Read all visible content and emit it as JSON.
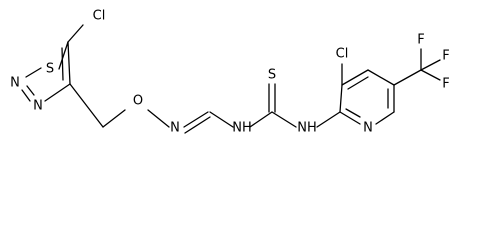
{
  "atoms": {
    "thiadiazole_sulfur": "S",
    "thiadiazole_chlorine": "Cl",
    "thiadiazole_n3": "N",
    "thiadiazole_n2": "N",
    "ether_oxygen": "O",
    "imine_nitrogen": "N",
    "amine_nitrogen_left": "NH",
    "thiocarbonyl_sulfur": "S",
    "amine_nitrogen_right": "NH",
    "pyridine_chlorine": "Cl",
    "pyridine_nitrogen": "N",
    "fluorine_1": "F",
    "fluorine_2": "F",
    "fluorine_3": "F"
  }
}
